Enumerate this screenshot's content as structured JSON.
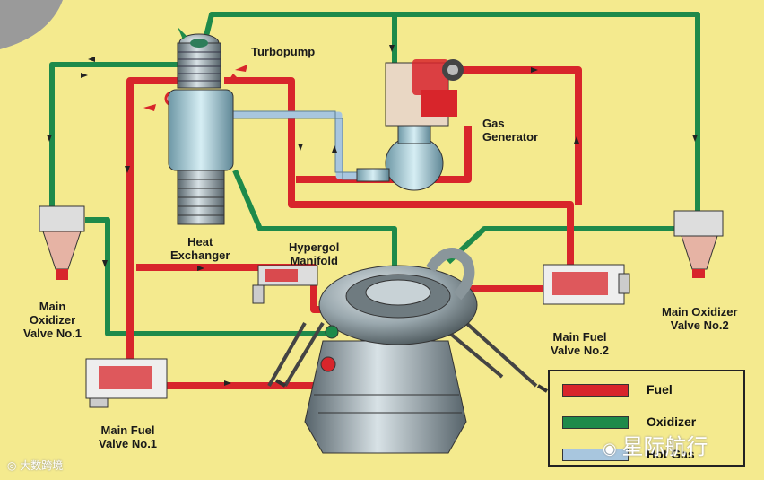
{
  "labels": {
    "turbopump": "Turbopump",
    "gas_generator": [
      "Gas",
      "Generator"
    ],
    "heat_exchanger": [
      "Heat",
      "Exchanger"
    ],
    "hypergol_manifold": [
      "Hypergol",
      "Manifold"
    ],
    "main_oxidizer_valve_1": [
      "Main",
      "Oxidizer",
      "Valve No.1"
    ],
    "main_oxidizer_valve_2": [
      "Main Oxidizer",
      "Valve No.2"
    ],
    "main_fuel_valve_1": [
      "Main Fuel",
      "Valve No.1"
    ],
    "main_fuel_valve_2": [
      "Main Fuel",
      "Valve No.2"
    ]
  },
  "legend": [
    {
      "label": "Fuel",
      "color": "#d8252b"
    },
    {
      "label": "Oxidizer",
      "color": "#1e8a4a"
    },
    {
      "label": "Hot Gas",
      "color": "#a8c6de"
    }
  ],
  "colors": {
    "fuel": "#d8252b",
    "oxidizer": "#1e8a4a",
    "hot_gas": "#a8c6de",
    "background": "#f4ea8e",
    "metal": "#8d9aa0"
  },
  "watermarks": {
    "bottom_left": "大数跨境",
    "bottom_right": "星际航行"
  }
}
